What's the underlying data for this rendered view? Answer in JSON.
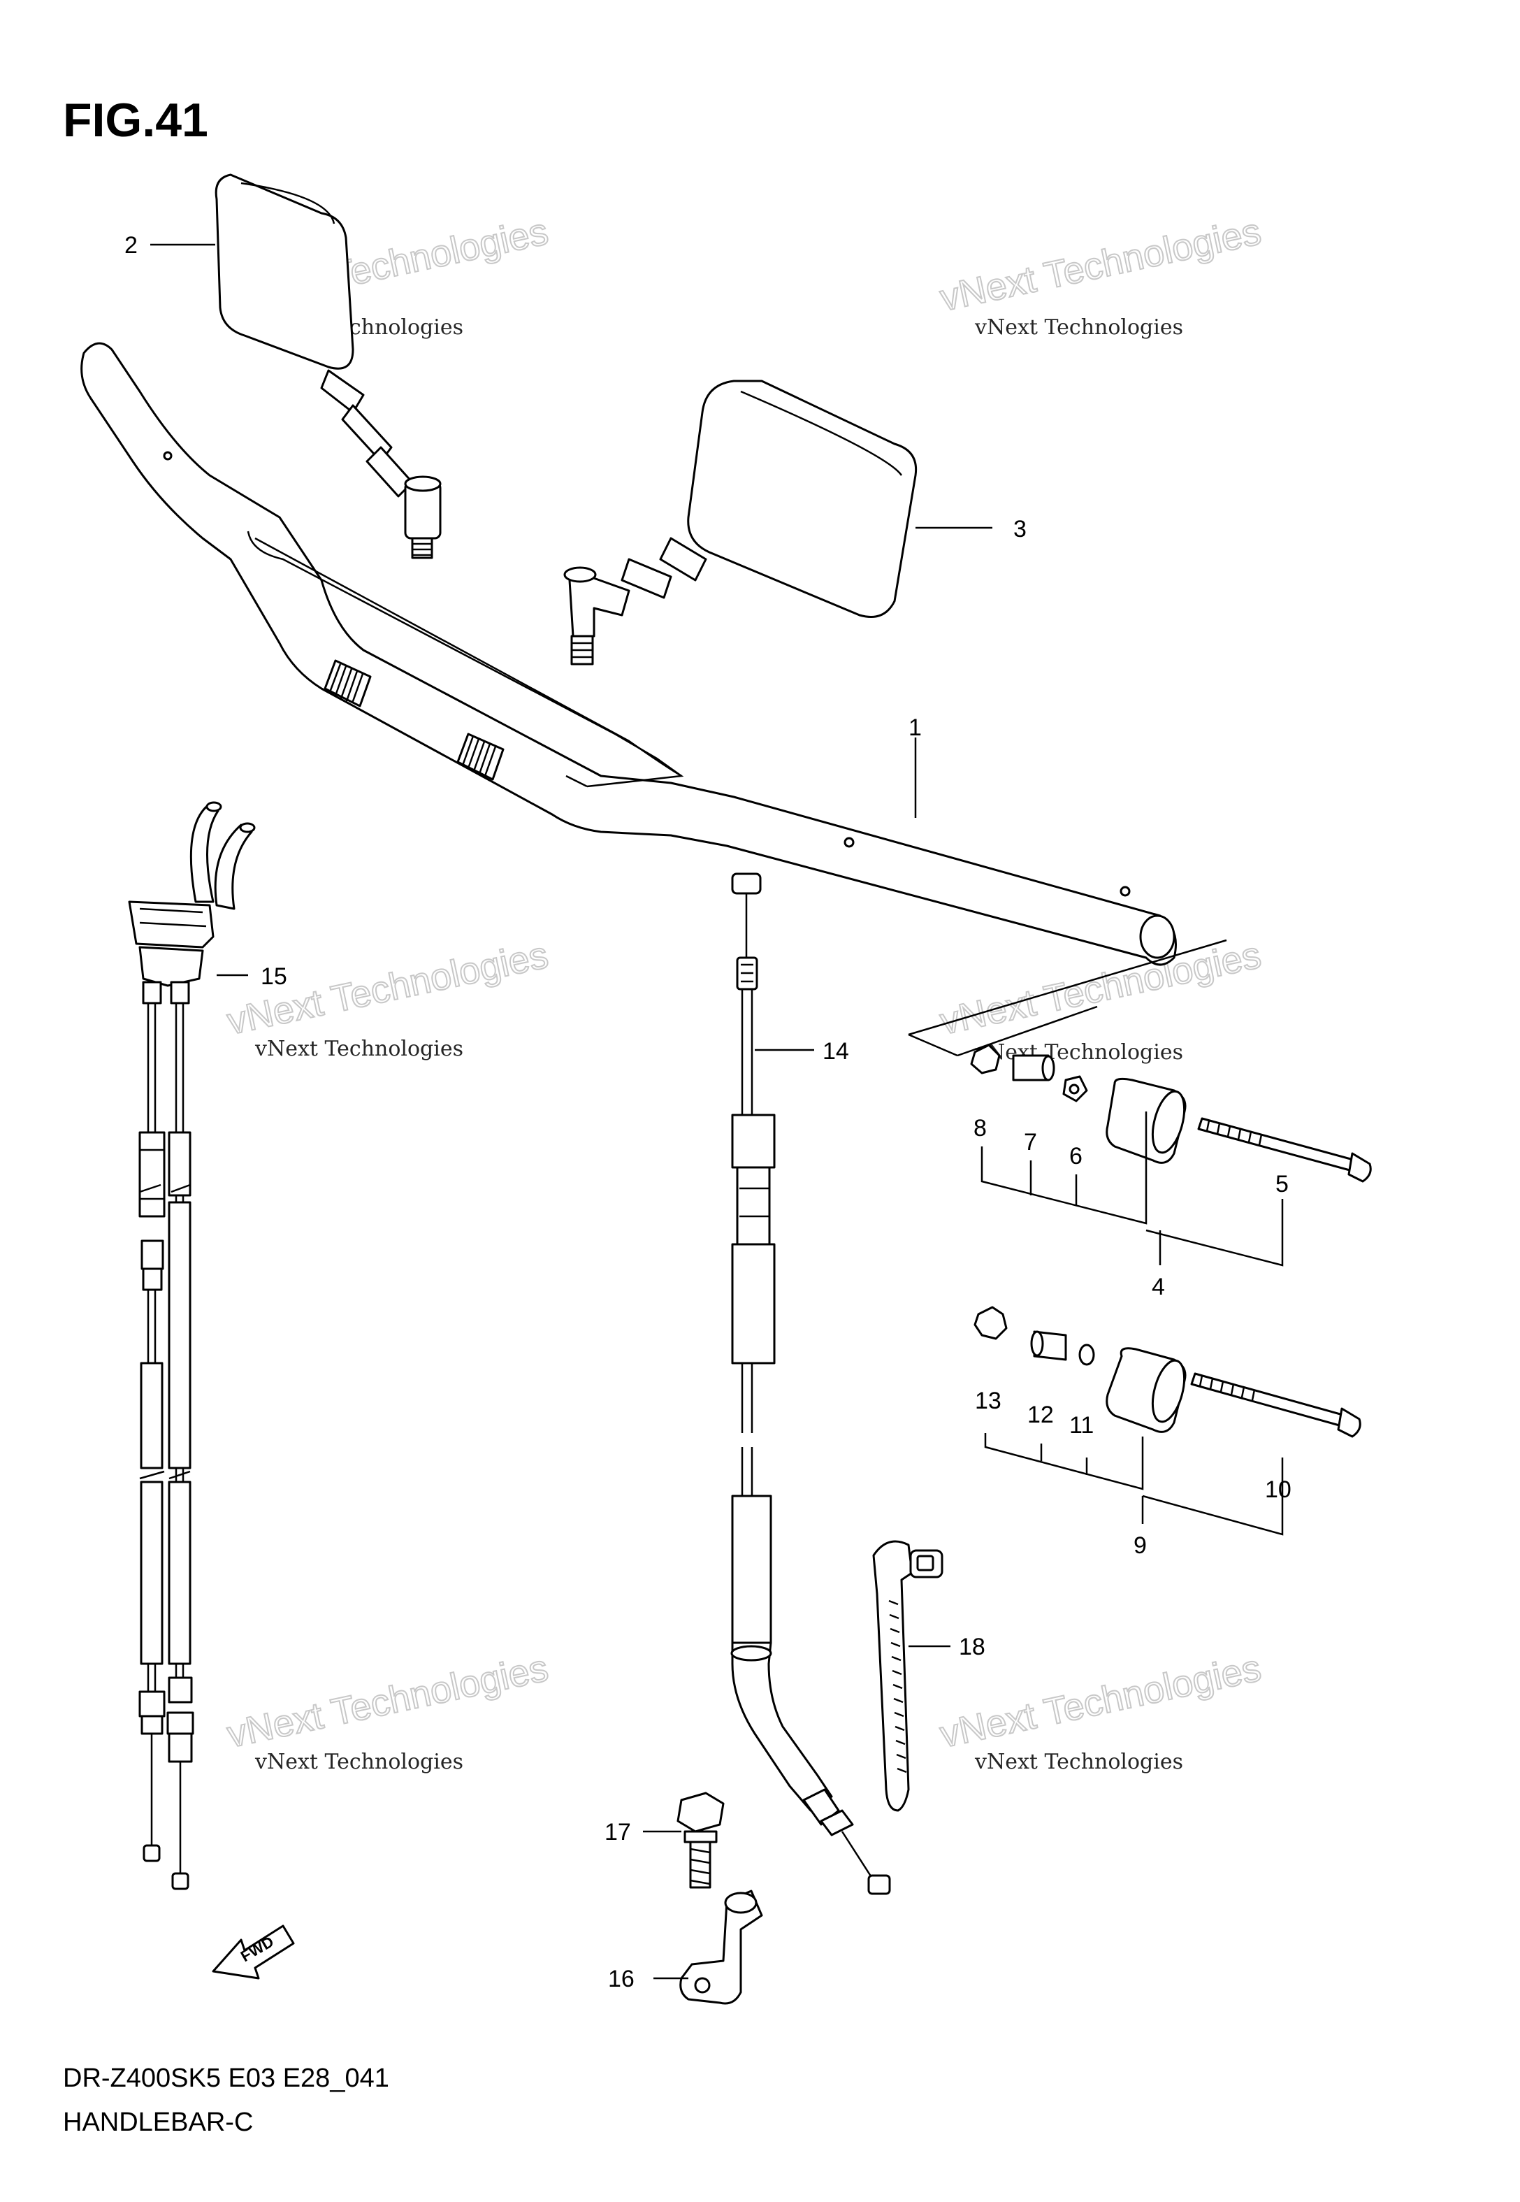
{
  "figure": {
    "title": "FIG.41",
    "code": "DR-Z400SK5 E03 E28_041",
    "name": "HANDLEBAR-C"
  },
  "callouts": [
    "1",
    "2",
    "3",
    "4",
    "5",
    "6",
    "7",
    "8",
    "9",
    "10",
    "11",
    "12",
    "13",
    "14",
    "15",
    "16",
    "17",
    "18"
  ],
  "watermark": {
    "small": "vNext Technologies",
    "large": "vNext Technologies"
  },
  "fwd_label": "FWD"
}
